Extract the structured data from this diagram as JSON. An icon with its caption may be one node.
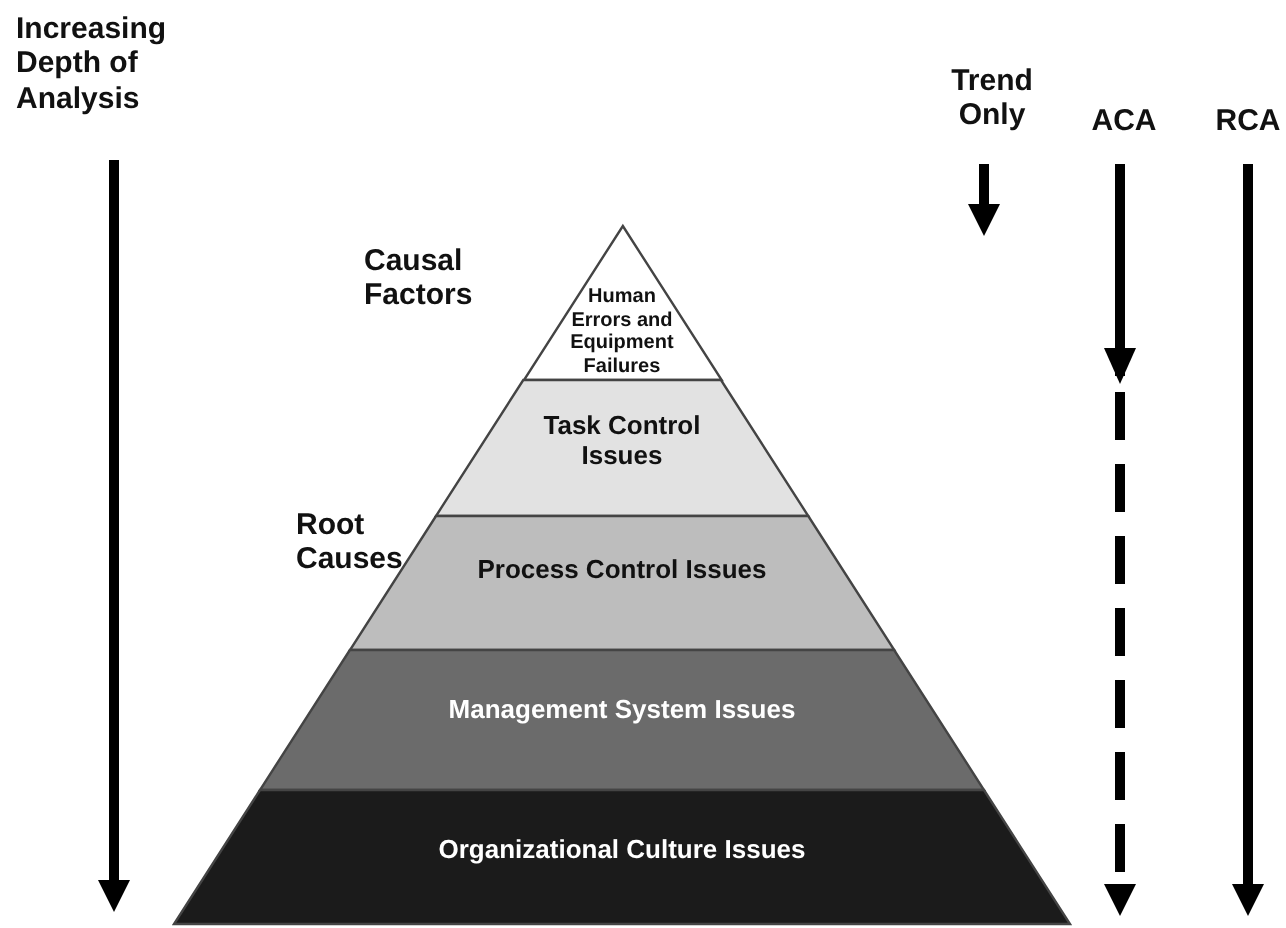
{
  "diagram": {
    "nodes": [
      {
        "text": [
          "Human Errors and Equipment Failures"
        ]
      },
      {
        "text": [
          "Task Control Issues"
        ]
      },
      {
        "text": [
          "Process Control Issues"
        ]
      },
      {
        "text": [
          "Management System Issues"
        ]
      },
      {
        "text": [
          "Organizational Culture Issues"
        ]
      }
    ],
    "labels": [
      "Increasing Depth of Analysis",
      "Trend Only",
      "ACA",
      "RCA",
      "Causal Factors",
      "Root Causes"
    ]
  }
}
